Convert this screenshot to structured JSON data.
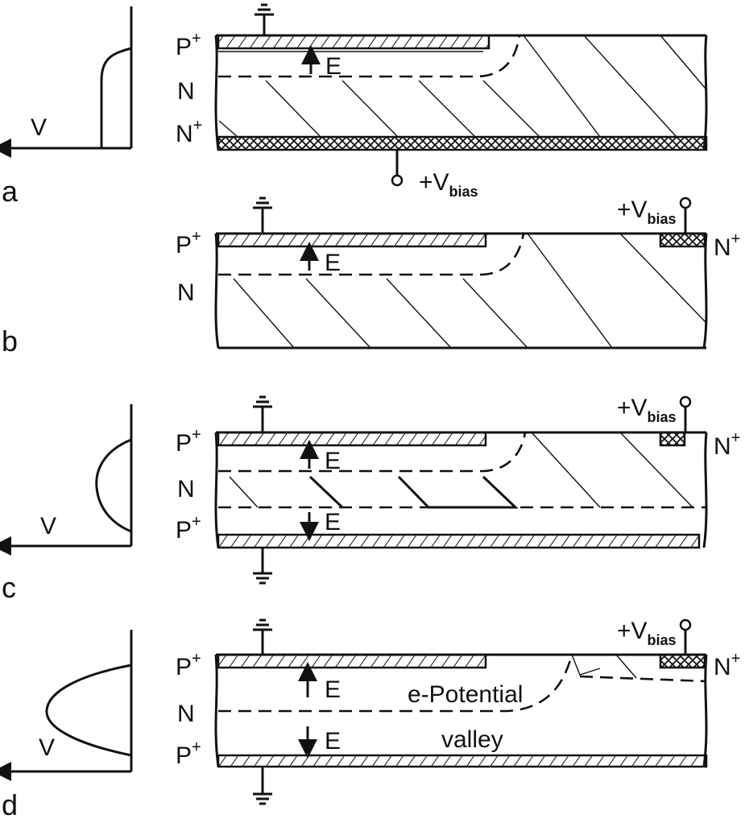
{
  "panels": [
    {
      "id": "a",
      "label": "a",
      "layers": [
        {
          "text": "P",
          "sup": "+"
        },
        {
          "text": "N",
          "sup": ""
        },
        {
          "text": "N",
          "sup": "+"
        }
      ],
      "field_label": "E",
      "axis_label": "V",
      "bias": {
        "text": "+V",
        "sub": "bias"
      }
    },
    {
      "id": "b",
      "label": "b",
      "layers": [
        {
          "text": "P",
          "sup": "+"
        },
        {
          "text": "N",
          "sup": ""
        }
      ],
      "field_label": "E",
      "bias": {
        "text": "+V",
        "sub": "bias"
      },
      "contact": {
        "text": "N",
        "sup": "+"
      }
    },
    {
      "id": "c",
      "label": "c",
      "layers": [
        {
          "text": "P",
          "sup": "+"
        },
        {
          "text": "N",
          "sup": ""
        },
        {
          "text": "P",
          "sup": "+"
        }
      ],
      "field_labels": [
        "E",
        "E"
      ],
      "axis_label": "V",
      "bias": {
        "text": "+V",
        "sub": "bias"
      },
      "contact": {
        "text": "N",
        "sup": "+"
      }
    },
    {
      "id": "d",
      "label": "d",
      "layers": [
        {
          "text": "P",
          "sup": "+"
        },
        {
          "text": "N",
          "sup": ""
        },
        {
          "text": "P",
          "sup": "+"
        }
      ],
      "field_labels": [
        "E",
        "E"
      ],
      "axis_label": "V",
      "bias": {
        "text": "+V",
        "sub": "bias"
      },
      "contact": {
        "text": "N",
        "sup": "+"
      },
      "annotations": [
        "e-Potential",
        "valley"
      ]
    }
  ]
}
